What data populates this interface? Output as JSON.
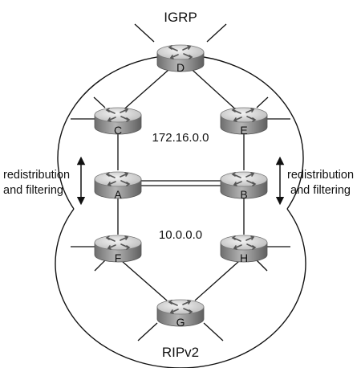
{
  "domains": {
    "top": {
      "name": "IGRP",
      "network": "172.16.0.0"
    },
    "bottom": {
      "name": "RIPv2",
      "network": "10.0.0.0"
    }
  },
  "annotations": {
    "left": {
      "line1": "redistribution",
      "line2": "and filtering"
    },
    "right": {
      "line1": "redistribution",
      "line2": "and filtering"
    }
  },
  "routers": [
    {
      "id": "D",
      "label": "D"
    },
    {
      "id": "C",
      "label": "C"
    },
    {
      "id": "E",
      "label": "E"
    },
    {
      "id": "A",
      "label": "A"
    },
    {
      "id": "B",
      "label": "B"
    },
    {
      "id": "F",
      "label": "F"
    },
    {
      "id": "H",
      "label": "H"
    },
    {
      "id": "G",
      "label": "G"
    }
  ],
  "colors": {
    "line": "#111111",
    "router_top": "#d9d9d9",
    "router_side": "#8c8c8c",
    "router_dark": "#6b6b6b"
  }
}
